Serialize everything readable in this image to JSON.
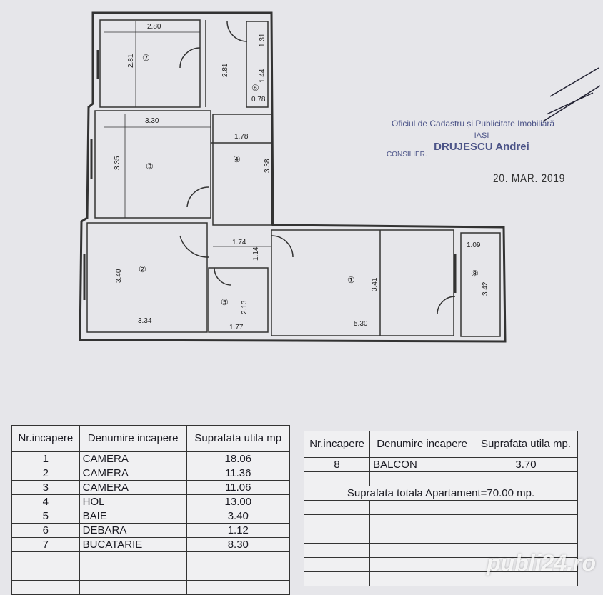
{
  "plan": {
    "dimensions": {
      "r7_w": "2.80",
      "r7_h": "2.81",
      "hall_top_h": "2.81",
      "r6_top_h": "1.31",
      "r6_h": "1.44",
      "r6_w": "0.78",
      "r3_w": "3.30",
      "r3_h": "3.35",
      "r4_w": "1.78",
      "r4_h": "3.38",
      "hall_bottom_w": "1.74",
      "hall_bottom_h": "1.14",
      "r2_h": "3.40",
      "r2_w": "3.34",
      "r5_h": "2.13",
      "r5_w": "1.77",
      "r1_h": "3.41",
      "r1_w": "5.30",
      "r8_w": "1.09",
      "r8_h": "3.42"
    },
    "room_numbers": [
      "①",
      "②",
      "③",
      "④",
      "⑤",
      "⑥",
      "⑦",
      "⑧"
    ]
  },
  "stamp": {
    "office": "Oficiul de Cadastru și Publicitate Imobiliară",
    "city": "IAȘI",
    "name": "DRUJESCU Andrei",
    "role": "CONSILIER."
  },
  "date": "20. MAR. 2019",
  "table1": {
    "headers": [
      "Nr.incapere",
      "Denumire incapere",
      "Suprafata utila mp"
    ],
    "rows": [
      [
        "1",
        "CAMERA",
        "18.06"
      ],
      [
        "2",
        "CAMERA",
        "11.36"
      ],
      [
        "3",
        "CAMERA",
        "11.06"
      ],
      [
        "4",
        "HOL",
        "13.00"
      ],
      [
        "5",
        "BAIE",
        "3.40"
      ],
      [
        "6",
        "DEBARA",
        "1.12"
      ],
      [
        "7",
        "BUCATARIE",
        "8.30"
      ]
    ]
  },
  "table2": {
    "headers": [
      "Nr.incapere",
      "Denumire incapere",
      "Suprafata utila mp."
    ],
    "rows": [
      [
        "8",
        "BALCON",
        "3.70"
      ]
    ],
    "total": "Suprafata totala Apartament=70.00 mp."
  },
  "watermark": "publi24.ro"
}
